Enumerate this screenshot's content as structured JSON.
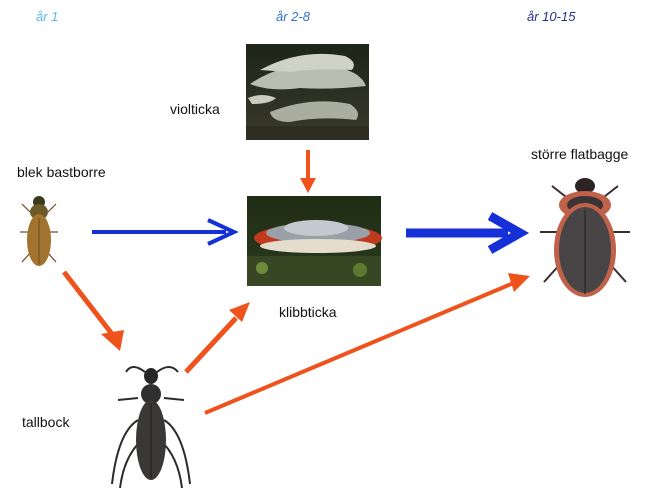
{
  "years": [
    {
      "label": "år 1",
      "color": "#5bb8e8"
    },
    {
      "label": "år 2-8",
      "color": "#2f6fd0"
    },
    {
      "label": "år 10-15",
      "color": "#2b2c8c"
    }
  ],
  "species": {
    "violticka": "violticka",
    "blek_bastborre": "blek bastborre",
    "klibbticka": "klibbticka",
    "storre_flatbagge": "större flatbagge",
    "tallbock": "tallbock"
  },
  "arrow_colors": {
    "blue": "#1530d6",
    "orange": "#f0521c"
  }
}
